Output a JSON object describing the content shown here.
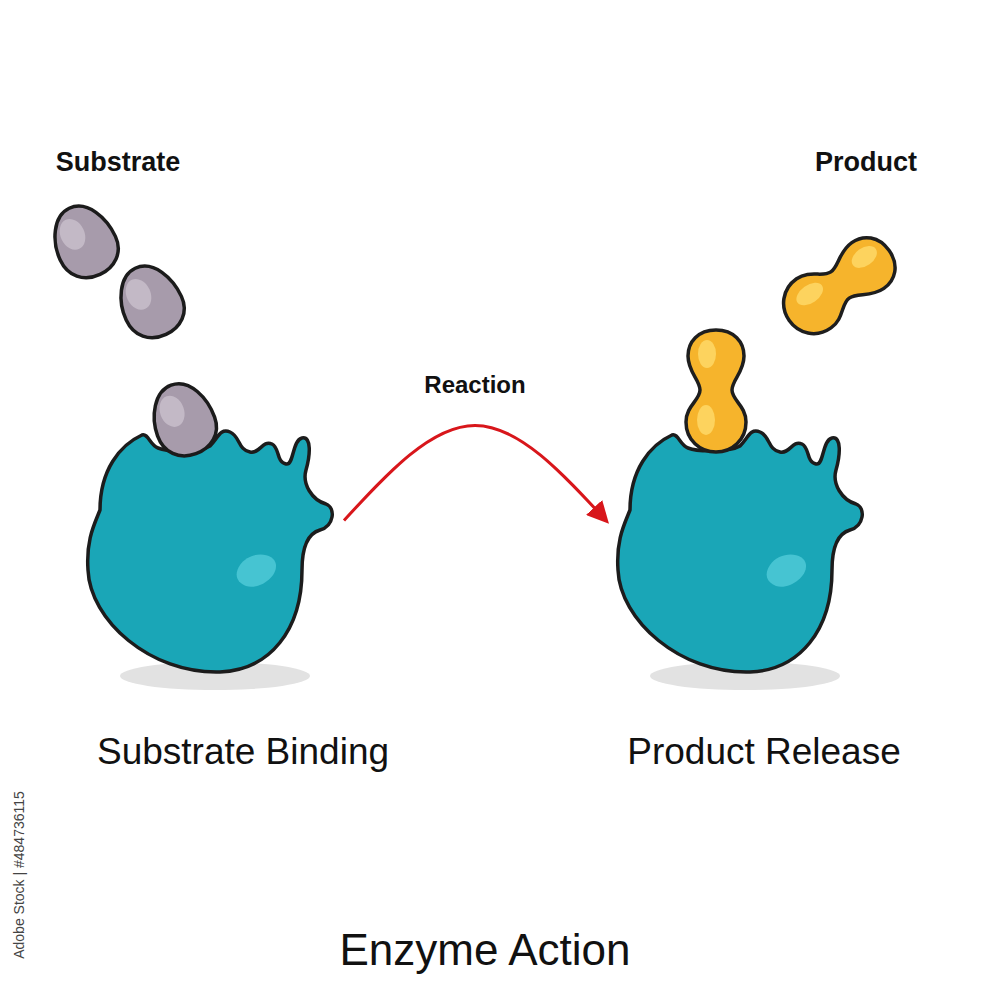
{
  "diagram": {
    "title": "Enzyme Action",
    "nodes": [
      {
        "text": [
          "Substrate Binding"
        ]
      },
      {
        "text": [
          "Product Release"
        ]
      }
    ],
    "edges": [
      {
        "from": 0,
        "to": 1,
        "arrow": "to",
        "label": "Reaction"
      }
    ],
    "labels": [
      "Substrate",
      "Product",
      "Adobe Stock | #484736115"
    ]
  }
}
